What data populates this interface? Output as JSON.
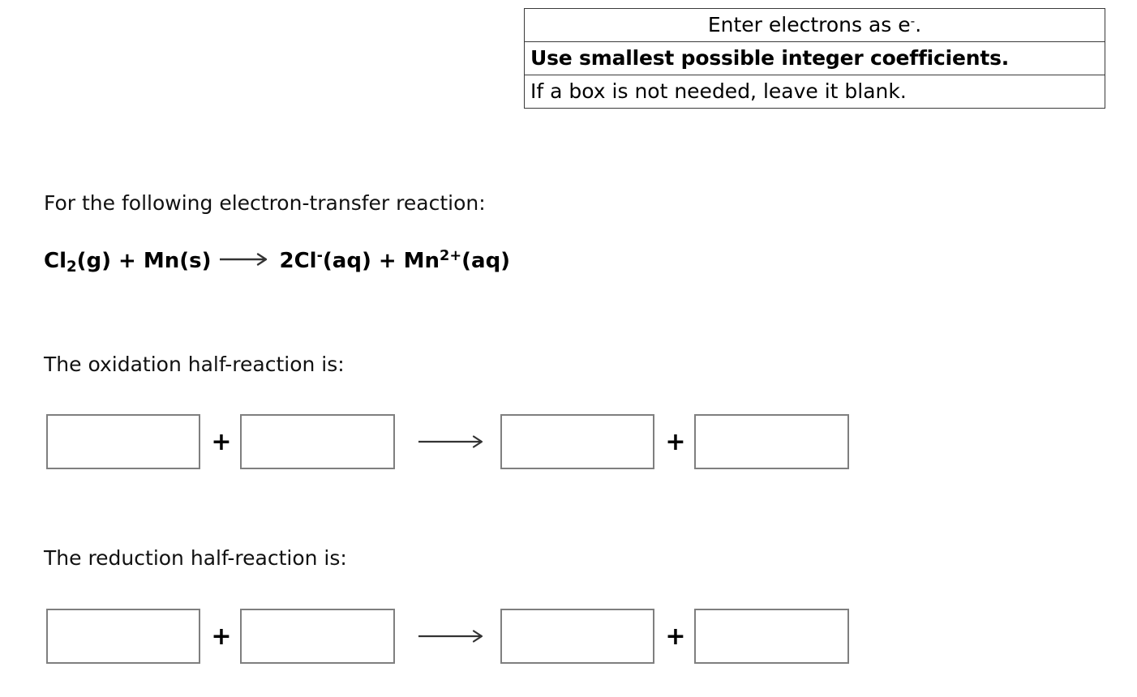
{
  "instructions": {
    "rows": [
      {
        "prefix": "Enter electrons as e",
        "sup": "-",
        "suffix": ".",
        "bold": false,
        "align": "center"
      },
      {
        "text": "Use smallest possible integer coefficients.",
        "bold": true,
        "align": "left"
      },
      {
        "text": "If a box is not needed, leave it blank.",
        "bold": false,
        "align": "left"
      }
    ]
  },
  "prompts": {
    "intro": "For the following electron-transfer reaction:",
    "oxidation": "The oxidation half-reaction is:",
    "reduction": "The reduction half-reaction is:"
  },
  "equation": {
    "reactant_1": {
      "symbol": "Cl",
      "sub": "2",
      "state": "(g)"
    },
    "plus_1": "+",
    "reactant_2": {
      "symbol": "Mn",
      "sub": "",
      "state": "(s)"
    },
    "arrow": "⟶",
    "product_1": {
      "coefficient": "2",
      "symbol": "Cl",
      "charge": "-",
      "state": "(aq)"
    },
    "plus_2": "+",
    "product_2": {
      "symbol": "Mn",
      "charge": "2+",
      "state": "(aq)"
    }
  },
  "oxidation_row": {
    "box_1": {
      "value": "",
      "placeholder": ""
    },
    "box_2": {
      "value": "",
      "placeholder": ""
    },
    "box_3": {
      "value": "",
      "placeholder": ""
    },
    "box_4": {
      "value": "",
      "placeholder": ""
    },
    "plus_1": "+",
    "plus_2": "+",
    "arrow": "⟶"
  },
  "reduction_row": {
    "box_1": {
      "value": "",
      "placeholder": ""
    },
    "box_2": {
      "value": "",
      "placeholder": ""
    },
    "box_3": {
      "value": "",
      "placeholder": ""
    },
    "box_4": {
      "value": "",
      "placeholder": ""
    },
    "plus_1": "+",
    "plus_2": "+",
    "arrow": "⟶"
  },
  "colors": {
    "box_border": "#7f7f7f",
    "table_border": "#3a3a3a",
    "text": "#000000",
    "background": "#ffffff"
  }
}
